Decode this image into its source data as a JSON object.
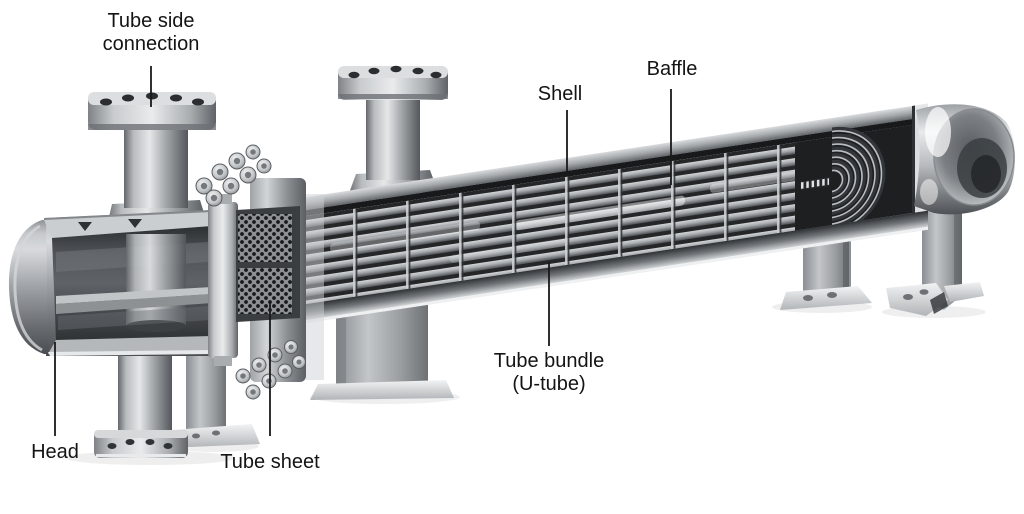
{
  "figure": {
    "background_color": "#ffffff",
    "label_color": "#141414",
    "leader_line_color": "#1a1a1a",
    "labels": {
      "tube_side_connection": "Tube side connection",
      "shell": "Shell",
      "baffle": "Baffle",
      "tube_bundle": "Tube bundle",
      "tube_bundle_note": "(U-tube)",
      "tube_sheet": "Tube sheet",
      "head": "Head"
    },
    "metal_colors": {
      "highlight": "#eef0f1",
      "light": "#c9ccce",
      "mid": "#9a9ea2",
      "dark": "#55585c",
      "shadow": "#1b1d1f"
    }
  }
}
